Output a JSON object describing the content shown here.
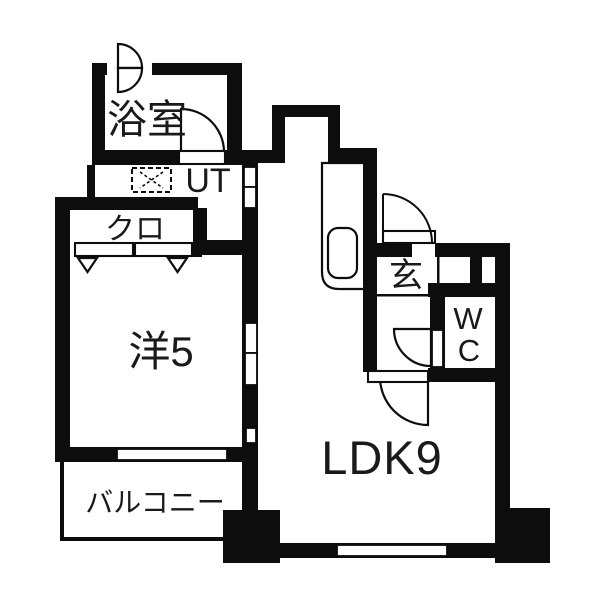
{
  "colors": {
    "wall": "#0d0d0d",
    "background": "#ffffff",
    "text": "#1a1a1a"
  },
  "rooms": {
    "bathroom": {
      "label": "浴室"
    },
    "utility": {
      "label": "UT"
    },
    "closet": {
      "label": "クロ"
    },
    "western_room": {
      "label": "洋5"
    },
    "ldk": {
      "label": "LDK9"
    },
    "entrance": {
      "label": "玄"
    },
    "toilet": {
      "label_line1": "W",
      "label_line2": "C"
    },
    "balcony": {
      "label": "バルコニー"
    }
  },
  "symbols": {
    "washing_machine_pan": "dashed-rect-with-x",
    "door_swing": "quarter-arc",
    "folding_closet_door": "panels-with-v-triangles",
    "kitchen_sink": "rounded-rect",
    "window": "white-strip-in-wall"
  }
}
